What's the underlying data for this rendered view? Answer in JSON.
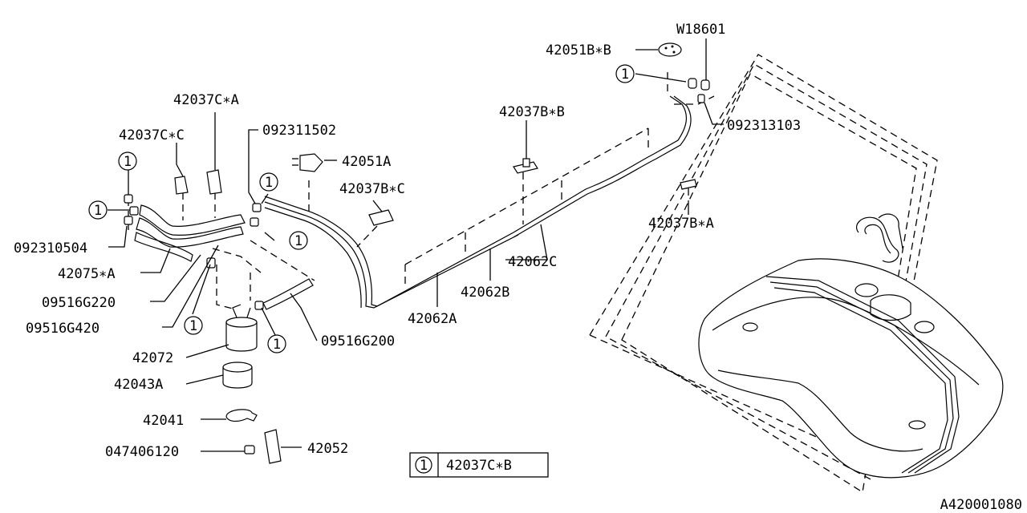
{
  "labels": {
    "w18601": "W18601",
    "p42051b_b": "42051B∗B",
    "p42037b_b": "42037B∗B",
    "p092313103": "092313103",
    "p42037b_a": "42037B∗A",
    "p42037c_a": "42037C∗A",
    "p42037c_c": "42037C∗C",
    "p092311502": "092311502",
    "p42051a": "42051A",
    "p42037b_c": "42037B∗C",
    "p092310504": "092310504",
    "p42075_a": "42075∗A",
    "p09516g220": "09516G220",
    "p09516g420": "09516G420",
    "p42062c": "42062C",
    "p42062b": "42062B",
    "p42062a": "42062A",
    "p42072": "42072",
    "p42043a": "42043A",
    "p09516g200": "09516G200",
    "p42041": "42041",
    "p047406120": "047406120",
    "p42052": "42052"
  },
  "callout": "1",
  "legend": {
    "number": "1",
    "part": "42037C∗B"
  },
  "diagram_id": "A420001080"
}
